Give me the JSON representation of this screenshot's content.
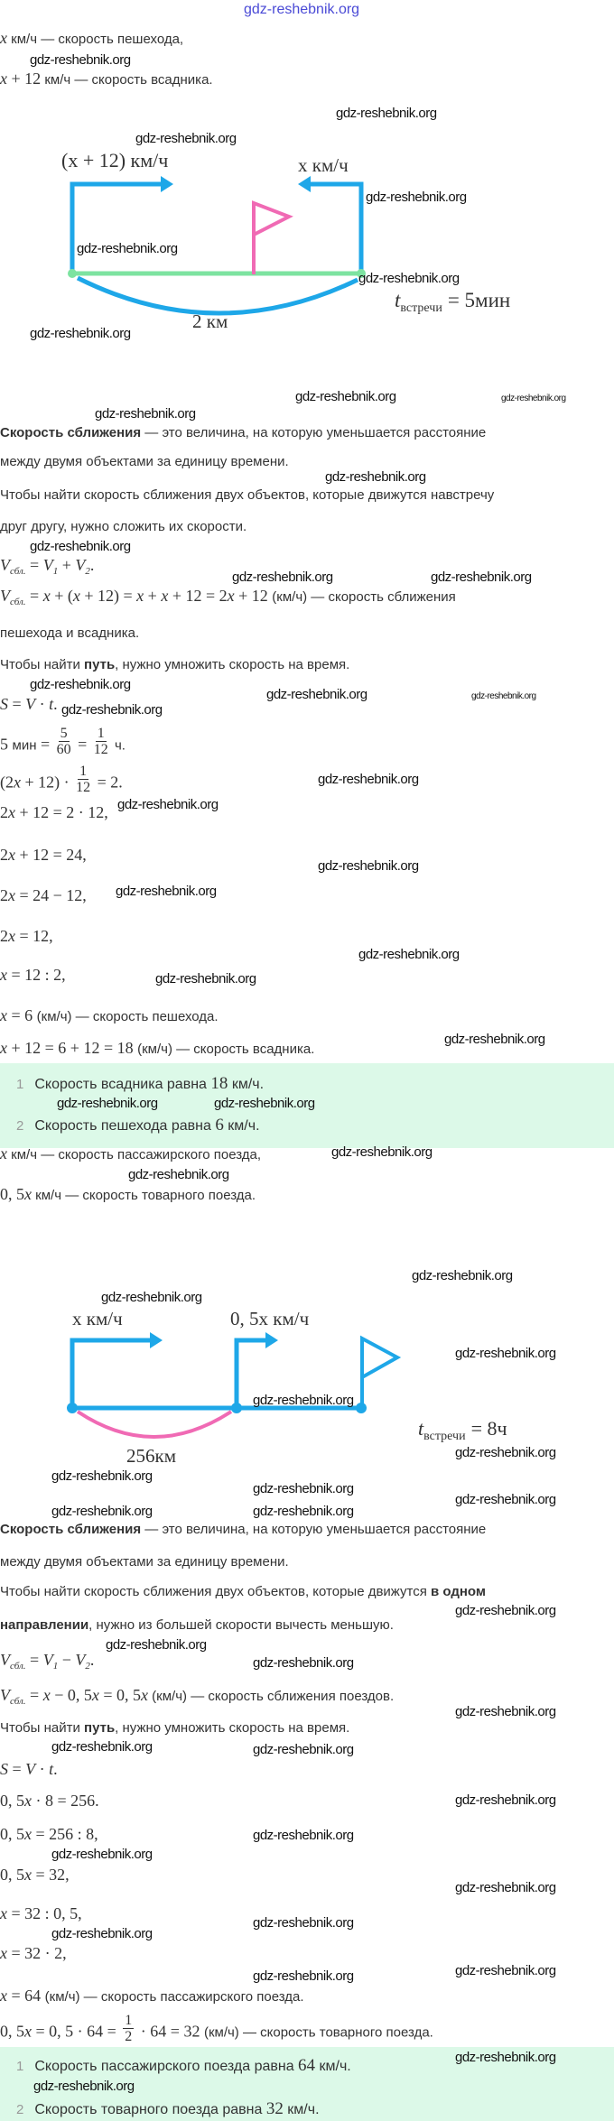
{
  "header": {
    "site": "gdz-reshebnik.org"
  },
  "watermark": "gdz-reshebnik.org",
  "lines": [
    [
      [
        "i",
        "x"
      ],
      [
        "t",
        " км/ч — скорость пешехода,"
      ]
    ],
    [
      [
        "i",
        "x"
      ],
      [
        "m",
        " + 12"
      ],
      [
        "t",
        " км/ч — скорость всадника."
      ]
    ],
    [
      [
        "b",
        "Скорость сближения"
      ],
      [
        "t",
        " — это величина, на которую уменьшается расстояние"
      ]
    ],
    [
      [
        "t",
        "между двумя объектами за единицу времени."
      ]
    ],
    [
      [
        "t",
        "Чтобы найти скорость сближения двух объектов, которые движутся навстречу"
      ]
    ],
    [
      [
        "t",
        "друг другу, нужно сложить их скорости."
      ]
    ],
    [
      [
        "i",
        "V"
      ],
      [
        "sub",
        "сбл."
      ],
      [
        "m",
        " = "
      ],
      [
        "i",
        "V"
      ],
      [
        "sub",
        "1"
      ],
      [
        "m",
        " + "
      ],
      [
        "i",
        "V"
      ],
      [
        "sub",
        "2"
      ],
      [
        "m",
        "."
      ]
    ],
    [
      [
        "i",
        "V"
      ],
      [
        "sub",
        "сбл."
      ],
      [
        "m",
        " = "
      ],
      [
        "i",
        "x"
      ],
      [
        "m",
        " + ("
      ],
      [
        "i",
        "x"
      ],
      [
        "m",
        " + 12) = "
      ],
      [
        "i",
        "x"
      ],
      [
        "m",
        " + "
      ],
      [
        "i",
        "x"
      ],
      [
        "m",
        " + 12 = 2"
      ],
      [
        "i",
        "x"
      ],
      [
        "m",
        " + 12 "
      ],
      [
        "t",
        "(км/ч) — скорость сближения"
      ]
    ],
    [
      [
        "t",
        "пешехода и всадника."
      ]
    ],
    [
      [
        "t",
        "Чтобы найти "
      ],
      [
        "b",
        "путь"
      ],
      [
        "t",
        ", нужно умножить скорость на время."
      ]
    ],
    [
      [
        "i",
        "S"
      ],
      [
        "m",
        " = "
      ],
      [
        "i",
        "V"
      ],
      [
        "m",
        " · "
      ],
      [
        "i",
        "t"
      ],
      [
        "m",
        "."
      ]
    ],
    [
      [
        "m",
        "5 "
      ],
      [
        "t",
        "мин"
      ],
      [
        "m",
        " = "
      ],
      [
        "f",
        "5",
        "60"
      ],
      [
        "m",
        " = "
      ],
      [
        "f",
        "1",
        "12"
      ],
      [
        "t",
        " ч."
      ]
    ],
    [
      [
        "m",
        "(2"
      ],
      [
        "i",
        "x"
      ],
      [
        "m",
        " + 12) · "
      ],
      [
        "f",
        "1",
        "12"
      ],
      [
        "m",
        " = 2."
      ]
    ],
    [
      [
        "m",
        "2"
      ],
      [
        "i",
        "x"
      ],
      [
        "m",
        " + 12 = 2 · 12,"
      ]
    ],
    [
      [
        "m",
        "2"
      ],
      [
        "i",
        "x"
      ],
      [
        "m",
        " + 12 = 24,"
      ]
    ],
    [
      [
        "m",
        "2"
      ],
      [
        "i",
        "x"
      ],
      [
        "m",
        " = 24 − 12,"
      ]
    ],
    [
      [
        "m",
        "2"
      ],
      [
        "i",
        "x"
      ],
      [
        "m",
        " = 12,"
      ]
    ],
    [
      [
        "i",
        "x"
      ],
      [
        "m",
        " = 12 : 2,"
      ]
    ],
    [
      [
        "i",
        "x"
      ],
      [
        "m",
        " = 6 "
      ],
      [
        "t",
        "(км/ч) — скорость пешехода."
      ]
    ],
    [
      [
        "i",
        "x"
      ],
      [
        "m",
        " + 12 = 6 + 12 = 18 "
      ],
      [
        "t",
        "(км/ч) — скорость всадника."
      ]
    ],
    [
      [
        "i",
        "x"
      ],
      [
        "t",
        " км/ч — скорость пассажирского поезда,"
      ]
    ],
    [
      [
        "m",
        "0, 5"
      ],
      [
        "i",
        "x"
      ],
      [
        "t",
        " км/ч — скорость товарного поезда."
      ]
    ],
    [
      [
        "b",
        "Скорость сближения"
      ],
      [
        "t",
        " — это величина, на которую уменьшается расстояние"
      ]
    ],
    [
      [
        "t",
        "между двумя объектами за единицу времени."
      ]
    ],
    [
      [
        "t",
        "Чтобы найти скорость сближения двух объектов, которые движутся "
      ],
      [
        "b",
        "в одном"
      ]
    ],
    [
      [
        "b",
        "направлении"
      ],
      [
        "t",
        ", нужно из большей скорости вычесть меньшую."
      ]
    ],
    [
      [
        "i",
        "V"
      ],
      [
        "sub",
        "сбл."
      ],
      [
        "m",
        " = "
      ],
      [
        "i",
        "V"
      ],
      [
        "sub",
        "1"
      ],
      [
        "m",
        " − "
      ],
      [
        "i",
        "V"
      ],
      [
        "sub",
        "2"
      ],
      [
        "m",
        "."
      ]
    ],
    [
      [
        "i",
        "V"
      ],
      [
        "sub",
        "сбл."
      ],
      [
        "m",
        " = "
      ],
      [
        "i",
        "x"
      ],
      [
        "m",
        " − 0, 5"
      ],
      [
        "i",
        "x"
      ],
      [
        "m",
        " = 0, 5"
      ],
      [
        "i",
        "x"
      ],
      [
        "t",
        " (км/ч) — скорость сближения поездов."
      ]
    ],
    [
      [
        "t",
        "Чтобы найти "
      ],
      [
        "b",
        "путь"
      ],
      [
        "t",
        ", нужно умножить скорость на время."
      ]
    ],
    [
      [
        "i",
        "S"
      ],
      [
        "m",
        " = "
      ],
      [
        "i",
        "V"
      ],
      [
        "m",
        " · "
      ],
      [
        "i",
        "t"
      ],
      [
        "m",
        "."
      ]
    ],
    [
      [
        "m",
        "0, 5"
      ],
      [
        "i",
        "x"
      ],
      [
        "m",
        " · 8 = 256."
      ]
    ],
    [
      [
        "m",
        "0, 5"
      ],
      [
        "i",
        "x"
      ],
      [
        "m",
        " = 256 : 8,"
      ]
    ],
    [
      [
        "m",
        "0, 5"
      ],
      [
        "i",
        "x"
      ],
      [
        "m",
        " = 32,"
      ]
    ],
    [
      [
        "i",
        "x"
      ],
      [
        "m",
        " = 32 : 0, 5,"
      ]
    ],
    [
      [
        "i",
        "x"
      ],
      [
        "m",
        " = 32 · 2,"
      ]
    ],
    [
      [
        "i",
        "x"
      ],
      [
        "m",
        " = 64 "
      ],
      [
        "t",
        "(км/ч) — скорость пассажирского поезда."
      ]
    ],
    [
      [
        "m",
        "0, 5"
      ],
      [
        "i",
        "x"
      ],
      [
        "m",
        " = 0, 5 · 64 = "
      ],
      [
        "f",
        "1",
        "2"
      ],
      [
        "m",
        " · 64 = 32 "
      ],
      [
        "t",
        "(км/ч) — скорость товарного поезда."
      ]
    ]
  ],
  "diagram1": {
    "left_speed": "(x + 12) км/ч",
    "right_speed": "x км/ч",
    "distance": "2 км",
    "time_label": "t",
    "time_sub": "встречи",
    "time_value": "= 5мин",
    "colors": {
      "arrows": "#1ea7e8",
      "road": "#7de3a0",
      "flag": "#f06ab4"
    }
  },
  "diagram2": {
    "left_speed": "x км/ч",
    "right_speed": "0, 5x км/ч",
    "distance": "256км",
    "time_label": "t",
    "time_sub": "встречи",
    "time_value": "= 8ч",
    "colors": {
      "arrows": "#1ea7e8",
      "arc": "#f06ab4"
    }
  },
  "answers1": [
    {
      "num": "1",
      "pre": "Скорость всадника равна ",
      "val": "18",
      "post": " км/ч."
    },
    {
      "num": "2",
      "pre": "Скорость пешехода равна ",
      "val": "6",
      "post": " км/ч."
    }
  ],
  "answers2": [
    {
      "num": "1",
      "pre": "Скорость пассажирского поезда равна ",
      "val": "64",
      "post": " км/ч."
    },
    {
      "num": "2",
      "pre": "Скорость товарного поезда равна ",
      "val": "32",
      "post": " км/ч."
    }
  ]
}
